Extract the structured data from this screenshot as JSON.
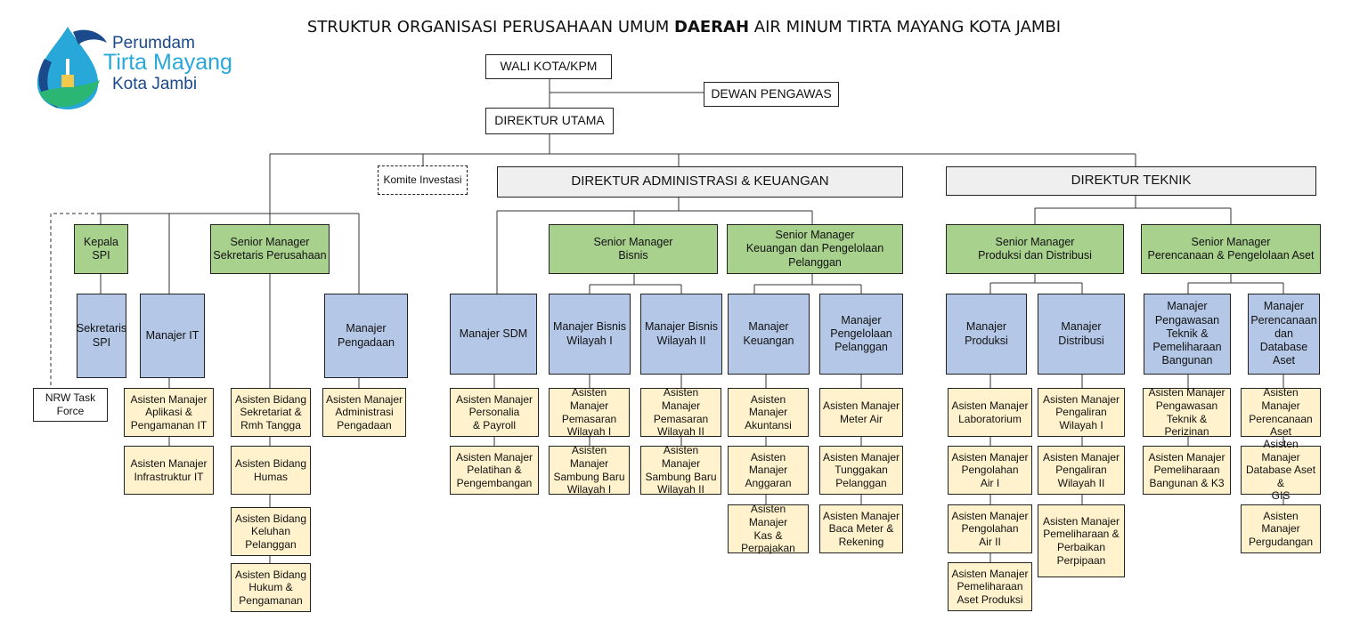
{
  "title": {
    "prefix": "STRUKTUR ORGANISASI PERUSAHAAN UMUM",
    "bold": "DAERAH",
    "suffix": "AIR MINUM TIRTA MAYANG KOTA JAMBI"
  },
  "logo": {
    "line1": "Perumdam",
    "line2": "Tirta Mayang",
    "line3": "Kota Jambi"
  },
  "nodes": {
    "wali": "WALI KOTA/KPM",
    "dewan": "DEWAN PENGAWAS",
    "dirut": "DIREKTUR UTAMA",
    "komite": "Komite Investasi",
    "dir_admin": "DIREKTUR ADMINISTRASI & KEUANGAN",
    "dir_teknik": "DIREKTUR TEKNIK",
    "kepala_spi": "Kepala\nSPI",
    "sm_sekper": "Senior Manager\nSekretaris Perusahaan",
    "sek_spi": "Sekretaris\nSPI",
    "mgr_it": "Manajer IT",
    "mgr_pengadaan": "Manajer\nPengadaan",
    "nrw": "NRW Task\nForce",
    "am_aplikasi": "Asisten Manajer\nAplikasi &\nPengamanan IT",
    "am_infra": "Asisten Manajer\nInfrastruktur IT",
    "ab_sekretariat": "Asisten Bidang\nSekretariat &\nRmh Tangga",
    "ab_humas": "Asisten Bidang\nHumas",
    "ab_keluhan": "Asisten Bidang\nKeluhan\nPelanggan",
    "ab_hukum": "Asisten Bidang\nHukum &\nPengamanan",
    "am_adm_pengadaan": "Asisten Manajer\nAdministrasi\nPengadaan",
    "sm_bisnis": "Senior Manager\nBisnis",
    "sm_keuangan": "Senior Manager\nKeuangan dan Pengelolaan\nPelanggan",
    "mgr_sdm": "Manajer SDM",
    "mgr_bisnis1": "Manajer Bisnis\nWilayah I",
    "mgr_bisnis2": "Manajer Bisnis\nWilayah II",
    "mgr_keuangan": "Manajer\nKeuangan",
    "mgr_pelanggan": "Manajer\nPengelolaan\nPelanggan",
    "am_personalia": "Asisten Manajer\nPersonalia\n& Payroll",
    "am_pelatihan": "Asisten Manajer\nPelatihan &\nPengembangan",
    "am_pemasaran1": "Asisten Manajer\nPemasaran\nWilayah I",
    "am_sambung1": "Asisten Manajer\nSambung Baru\nWilayah I",
    "am_pemasaran2": "Asisten Manajer\nPemasaran\nWilayah II",
    "am_sambung2": "Asisten Manajer\nSambung Baru\nWilayah II",
    "am_akuntansi": "Asisten Manajer\nAkuntansi",
    "am_anggaran": "Asisten Manajer\nAnggaran",
    "am_kas": "Asisten Manajer\nKas &\nPerpajakan",
    "am_meter": "Asisten Manajer\nMeter Air",
    "am_tunggakan": "Asisten Manajer\nTunggakan\nPelanggan",
    "am_baca": "Asisten Manajer\nBaca Meter &\nRekening",
    "sm_produksi": "Senior Manager\nProduksi dan Distribusi",
    "sm_perencanaan": "Senior Manager\nPerencanaan & Pengelolaan Aset",
    "mgr_produksi": "Manajer\nProduksi",
    "mgr_distribusi": "Manajer\nDistribusi",
    "mgr_pengawasan": "Manajer\nPengawasan\nTeknik &\nPemeliharaan\nBangunan",
    "mgr_perencanaan": "Manajer\nPerencanaan\ndan Database\nAset",
    "am_lab": "Asisten Manajer\nLaboratorium",
    "am_olah1": "Asisten Manajer\nPengolahan\nAir I",
    "am_olah2": "Asisten Manajer\nPengolahan\nAir II",
    "am_pelihara_prod": "Asisten Manajer\nPemeliharaan\nAset Produksi",
    "am_alir1": "Asisten Manajer\nPengaliran\nWilayah I",
    "am_alir2": "Asisten Manajer\nPengaliran\nWilayah II",
    "am_perpipaan": "Asisten Manajer\nPemeliharaan &\nPerbaikan\nPerpipaan",
    "am_awas": "Asisten Manajer\nPengawasan\nTeknik & Perizinan",
    "am_bangunan": "Asisten Manajer\nPemeliharaan\nBangunan & K3",
    "am_rencana": "Asisten Manajer\nPerencanaan\nAset",
    "am_database": "Asisten Manajer\nDatabase Aset &\nGIS",
    "am_gudang": "Asisten Manajer\nPergudangan"
  }
}
